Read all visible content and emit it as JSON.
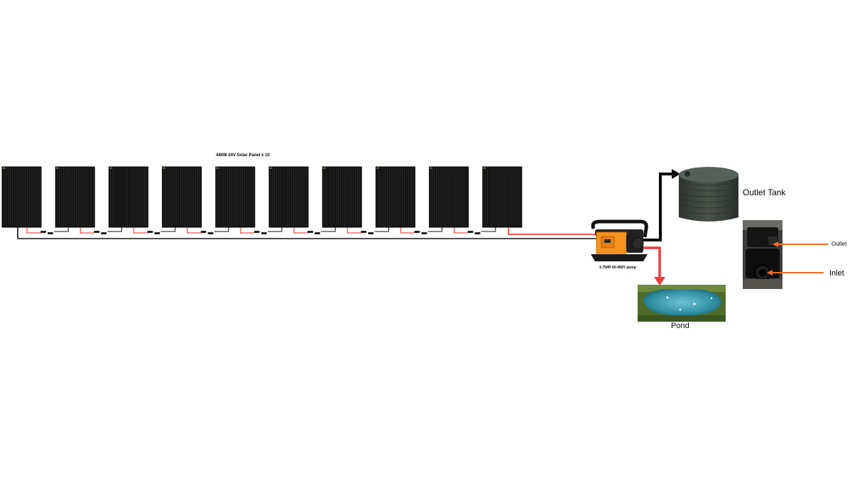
{
  "labels": {
    "solar_panels": "440W 24V Solar Panel x 10",
    "pump": "3.75HP 60-450V pump",
    "outlet_tank": "Outlet Tank",
    "pond": "Pond",
    "pump_outlet": "Outlet",
    "pump_inlet": "Inlet"
  },
  "solar_panel_count": 10,
  "colors": {
    "panel": "#111111",
    "positive_wire": "#e8262b",
    "negative_wire": "#111111",
    "pump_body": "#f7931e",
    "outlet_pipe": "#000000",
    "pond_pipe": "#f03c3c",
    "tank": "#3c433c",
    "pond_water": "#3f9bb0",
    "pointer_arrow": "#f26c22"
  }
}
